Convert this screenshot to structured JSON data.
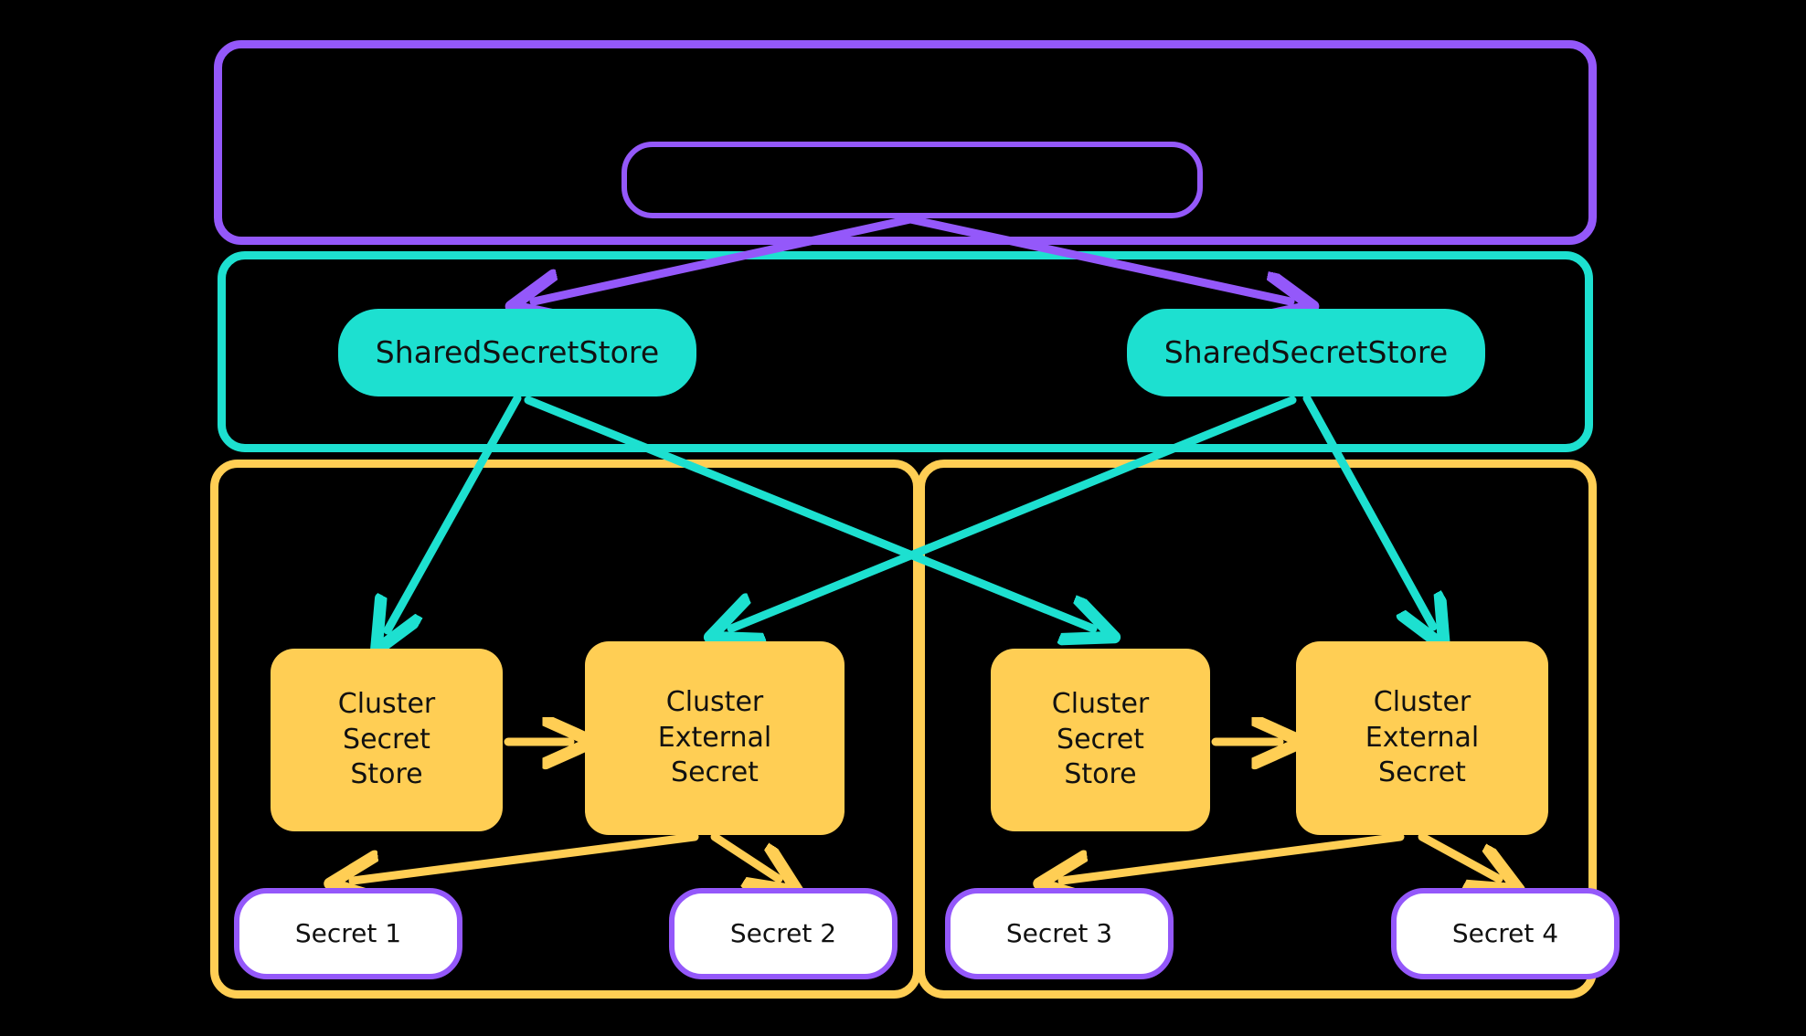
{
  "diagram": {
    "title": "External Secrets Operator shared secret store architecture",
    "background": "#000000",
    "colors": {
      "purple": "#9458FA",
      "teal": "#1DE0D0",
      "orange": "#FFCE54",
      "white": "#FFFFFF",
      "text": "#111111"
    },
    "containers": [
      {
        "id": "purple-frame",
        "label": "",
        "border_color": "#9458FA"
      },
      {
        "id": "teal-frame",
        "label": "",
        "border_color": "#1DE0D0"
      },
      {
        "id": "orange-frame-left",
        "label": "",
        "border_color": "#FFCE54"
      },
      {
        "id": "orange-frame-right",
        "label": "",
        "border_color": "#FFCE54"
      }
    ],
    "nodes": {
      "empty_top": {
        "label": "",
        "shape": "rounded-outline",
        "color": "#9458FA"
      },
      "shared_secret_store_left": {
        "label": "SharedSecretStore",
        "shape": "pill",
        "fill": "#1DE0D0"
      },
      "shared_secret_store_right": {
        "label": "SharedSecretStore",
        "shape": "pill",
        "fill": "#1DE0D0"
      },
      "cluster_secret_store_left": {
        "lines": [
          "Cluster",
          "Secret",
          "Store"
        ],
        "shape": "rounded-rect",
        "fill": "#FFCE54"
      },
      "cluster_external_secret_left": {
        "lines": [
          "Cluster",
          "External",
          "Secret"
        ],
        "shape": "rounded-rect",
        "fill": "#FFCE54"
      },
      "cluster_secret_store_right": {
        "lines": [
          "Cluster",
          "Secret",
          "Store"
        ],
        "shape": "rounded-rect",
        "fill": "#FFCE54"
      },
      "cluster_external_secret_right": {
        "lines": [
          "Cluster",
          "External",
          "Secret"
        ],
        "shape": "rounded-rect",
        "fill": "#FFCE54"
      },
      "secret_1": {
        "label": "Secret 1",
        "shape": "pill",
        "fill": "#FFFFFF",
        "border": "#9458FA"
      },
      "secret_2": {
        "label": "Secret 2",
        "shape": "pill",
        "fill": "#FFFFFF",
        "border": "#9458FA"
      },
      "secret_3": {
        "label": "Secret 3",
        "shape": "pill",
        "fill": "#FFFFFF",
        "border": "#9458FA"
      },
      "secret_4": {
        "label": "Secret 4",
        "shape": "pill",
        "fill": "#FFFFFF",
        "border": "#9458FA"
      }
    },
    "edges": [
      {
        "id": "e1",
        "from": "empty_top",
        "to": "shared_secret_store_left",
        "color": "#9458FA",
        "label": ""
      },
      {
        "id": "e2",
        "from": "empty_top",
        "to": "shared_secret_store_right",
        "color": "#9458FA",
        "label": ""
      },
      {
        "id": "e3",
        "from": "shared_secret_store_left",
        "to": "cluster_secret_store_left",
        "color": "#1DE0D0",
        "label": ""
      },
      {
        "id": "e4",
        "from": "shared_secret_store_left",
        "to": "cluster_secret_store_right",
        "color": "#1DE0D0",
        "label": ""
      },
      {
        "id": "e5",
        "from": "shared_secret_store_right",
        "to": "cluster_external_secret_left",
        "color": "#1DE0D0",
        "label": ""
      },
      {
        "id": "e6",
        "from": "shared_secret_store_right",
        "to": "cluster_external_secret_right",
        "color": "#1DE0D0",
        "label": ""
      },
      {
        "id": "e7",
        "from": "cluster_secret_store_left",
        "to": "cluster_external_secret_left",
        "color": "#FFCE54",
        "label": ""
      },
      {
        "id": "e8",
        "from": "cluster_secret_store_right",
        "to": "cluster_external_secret_right",
        "color": "#FFCE54",
        "label": ""
      },
      {
        "id": "e9",
        "from": "cluster_external_secret_left",
        "to": "secret_1",
        "color": "#FFCE54",
        "label": ""
      },
      {
        "id": "e10",
        "from": "cluster_external_secret_left",
        "to": "secret_2",
        "color": "#FFCE54",
        "label": ""
      },
      {
        "id": "e11",
        "from": "cluster_external_secret_right",
        "to": "secret_3",
        "color": "#FFCE54",
        "label": ""
      },
      {
        "id": "e12",
        "from": "cluster_external_secret_right",
        "to": "secret_4",
        "color": "#FFCE54",
        "label": ""
      }
    ]
  }
}
